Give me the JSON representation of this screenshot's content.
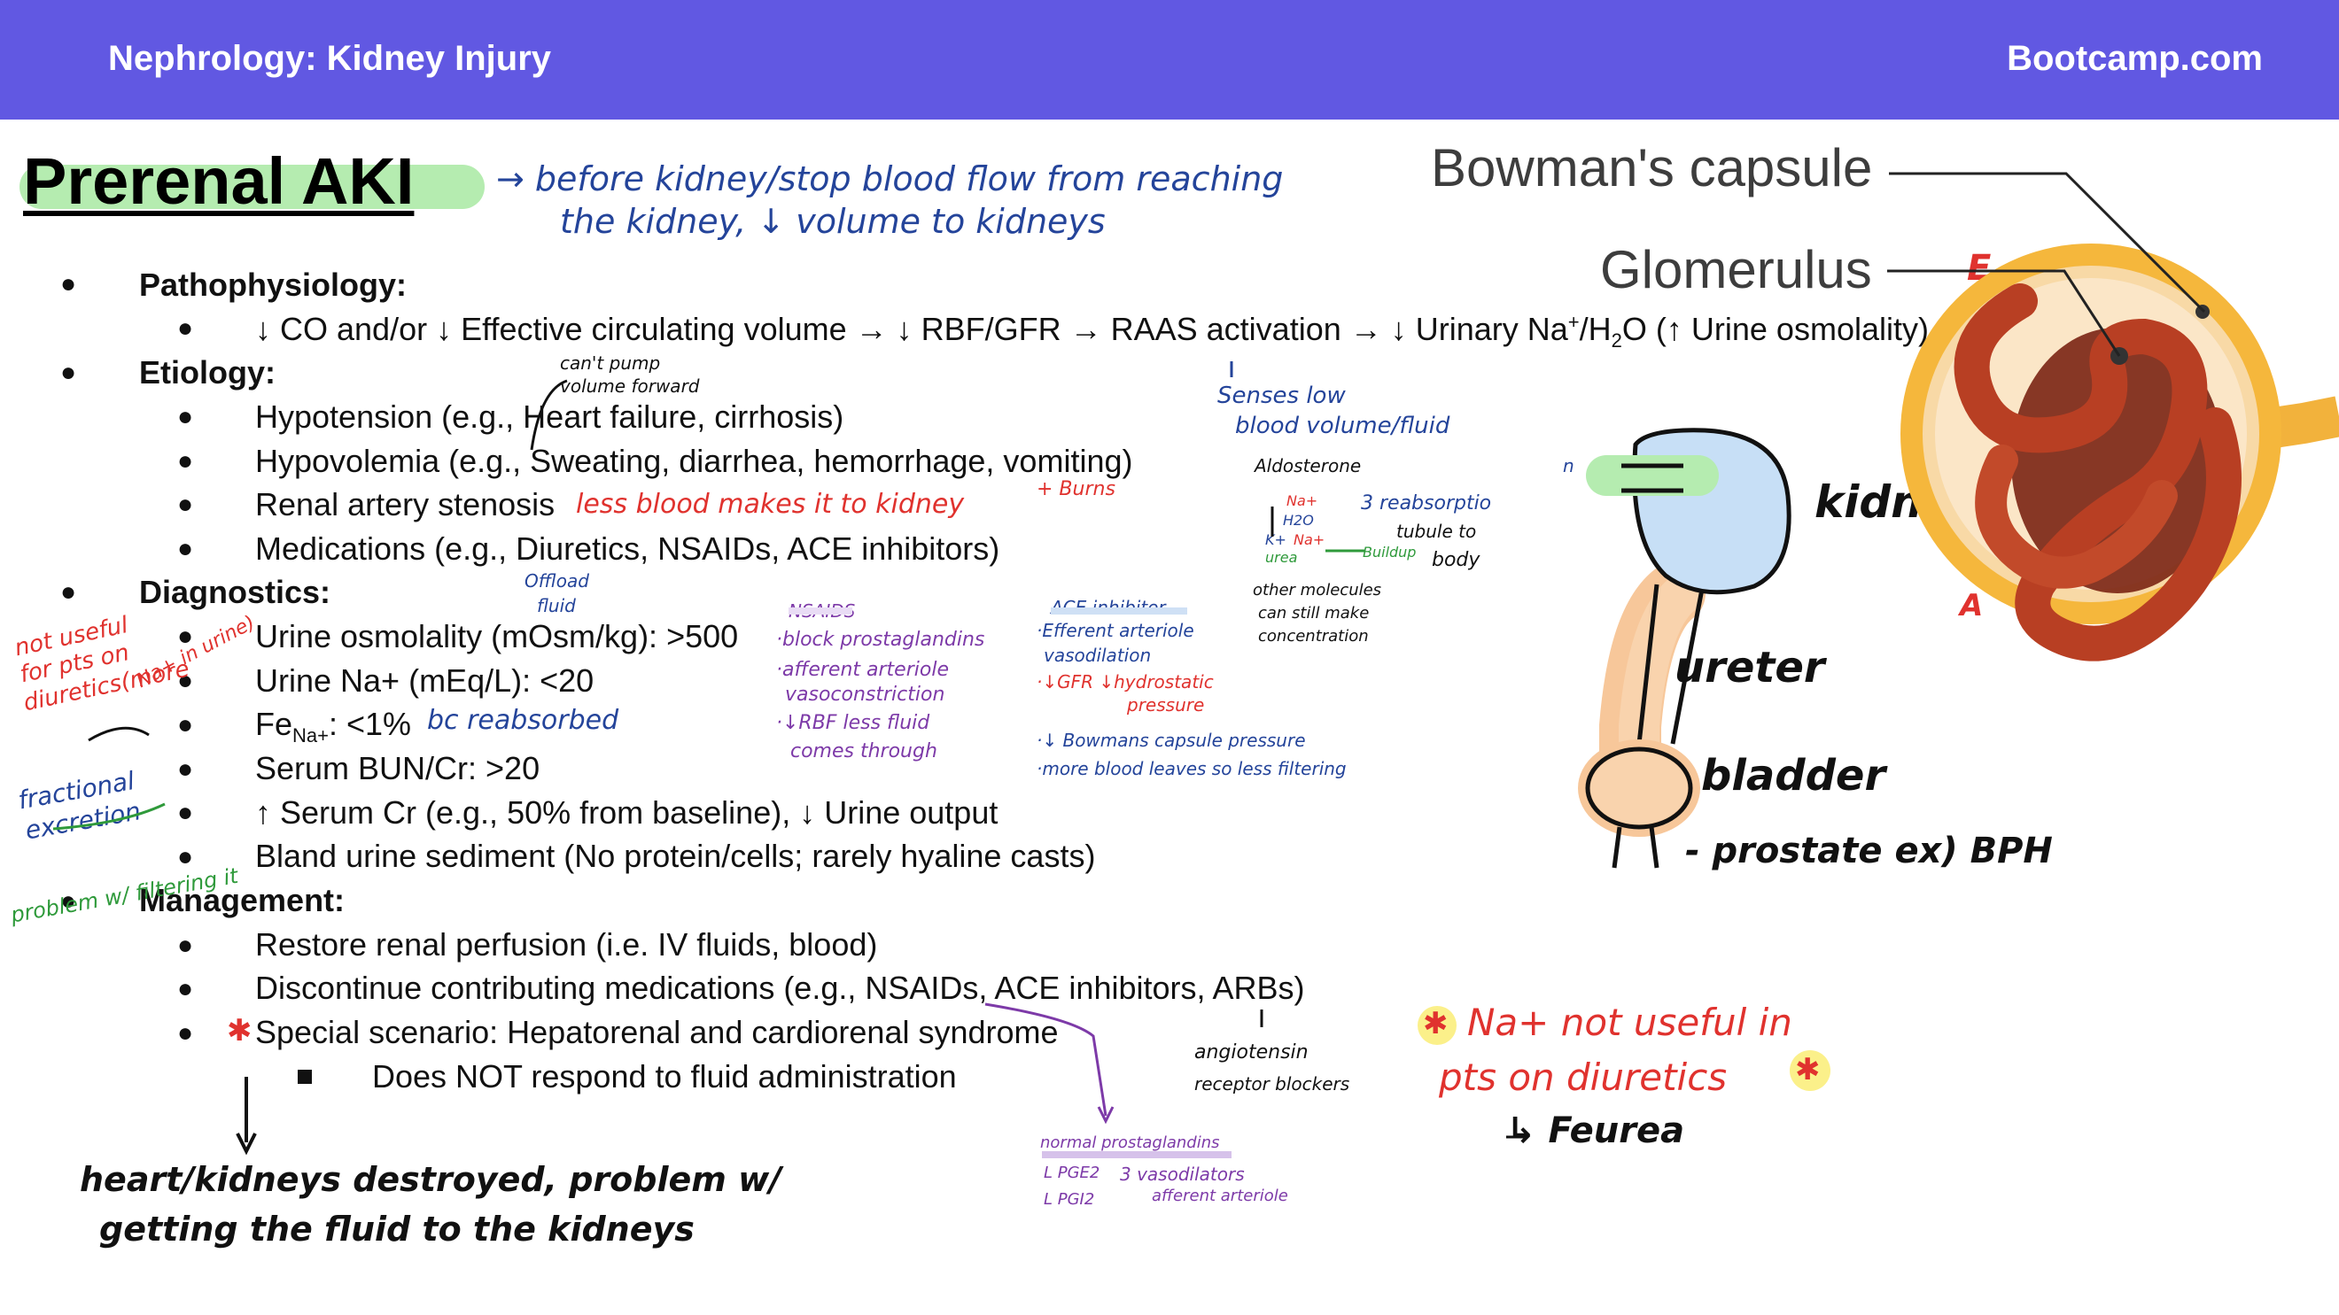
{
  "header": {
    "title": "Nephrology: Kidney Injury",
    "site": "Bootcamp.com"
  },
  "title": "Prerenal AKI",
  "sections": {
    "patho": {
      "heading": "Pathophysiology:",
      "pre": "↓ CO and/or ↓ Effective circulating volume → ↓ RBF/GFR → RAAS activation →  ↓ Urinary Na",
      "sup": "+",
      "mid": "/H",
      "sub": "2",
      "post": "O (↑ Urine osmolality)"
    },
    "etiology": {
      "heading": "Etiology:",
      "items": [
        "Hypotension (e.g., Heart failure, cirrhosis)",
        "Hypovolemia (e.g., Sweating, diarrhea, hemorrhage, vomiting)",
        "Renal artery stenosis",
        "Medications (e.g., Diuretics, NSAIDs, ACE inhibitors)"
      ]
    },
    "diagnostics": {
      "heading": "Diagnostics:",
      "items": [
        "Urine osmolality (mOsm/kg): >500",
        "Urine Na+ (mEq/L): <20",
        "Serum BUN/Cr: >20",
        "↑ Serum Cr (e.g., 50% from baseline), ↓ Urine output",
        "Bland urine sediment (No protein/cells; rarely hyaline casts)"
      ],
      "fena_fe": "Fe",
      "fena_sub": "Na+",
      "fena_val": ": <1%"
    },
    "management": {
      "heading": "Management:",
      "items": [
        "Restore renal perfusion (i.e. IV fluids, blood)",
        "Discontinue contributing medications (e.g., NSAIDs, ACE inhibitors, ARBs)",
        "Special scenario: Hepatorenal and cardiorenal syndrome"
      ],
      "sub_item": "Does NOT respond to fluid administration"
    }
  },
  "annotations": {
    "title_note_1": "→ before kidney/stop blood flow from reaching",
    "title_note_2": "the kidney, ↓ volume to kidneys",
    "cant_pump_1": "can't pump",
    "cant_pump_2": "volume forward",
    "less_blood": "less blood makes it to kidney",
    "burns": "+ Burns",
    "offload_1": "Offload",
    "offload_2": "fluid",
    "not_useful_1": "not useful",
    "not_useful_2": "for pts on",
    "not_useful_3": "diuretics(more",
    "na_urine": "Na+ in urine)",
    "bc_reabsorbed": "bc reabsorbed",
    "fractional_1": "fractional",
    "fractional_2": "excretion",
    "problem_filtering": "problem w/ filtering it",
    "nsaids_title": "NSAIDS",
    "nsaids_1": "·block prostaglandins",
    "nsaids_2": "·afferent arteriole",
    "nsaids_3": "vasoconstriction",
    "nsaids_4": "·↓RBF less fluid",
    "nsaids_5": "comes through",
    "ace_title": "ACE inhibitor",
    "ace_1": "·Efferent arteriole",
    "ace_2": "vasodilation",
    "ace_3": "·↓GFR ↓hydrostatic",
    "ace_4": "pressure",
    "bowmans_pressure": "·↓ Bowmans capsule pressure",
    "more_blood": "·more blood leaves so less filtering",
    "senses_1": "Senses low",
    "senses_2": "blood volume/fluid",
    "aldo_title": "Aldosterone",
    "aldo_na": "Na+",
    "aldo_h2o": "H2O",
    "aldo_urea": "urea",
    "aldo_reabs": "3 reabsorptio",
    "aldo_tubule": "tubule to",
    "aldo_body": "body",
    "aldo_kna": "K+",
    "aldo_na2": "Na+",
    "aldo_buildup": "Buildup",
    "other_1": "other molecules",
    "other_2": "can still make",
    "other_3": "concentration",
    "kidney": "kidney",
    "ureter": "ureter",
    "bladder": "bladder",
    "prostate": "- prostate ex) BPH",
    "n_mark": "n",
    "e_mark": "E",
    "a_mark": "A",
    "na_not_useful_1": "Na+ not useful in",
    "na_not_useful_2": "pts on diuretics",
    "feurea": "↳ Feurea",
    "angio_1": "angiotensin",
    "angio_2": "receptor blockers",
    "normal_pg": "normal prostaglandins",
    "pge2": "L PGE2",
    "pgi2": "L PGI2",
    "vasodilators": "3 vasodilators",
    "afferent": "afferent arteriole",
    "heart_1": "heart/kidneys destroyed, problem w/",
    "heart_2": "getting the fluid to the kidneys"
  },
  "diagram": {
    "bowman_label": "Bowman's capsule",
    "glom_label": "Glomerulus"
  }
}
